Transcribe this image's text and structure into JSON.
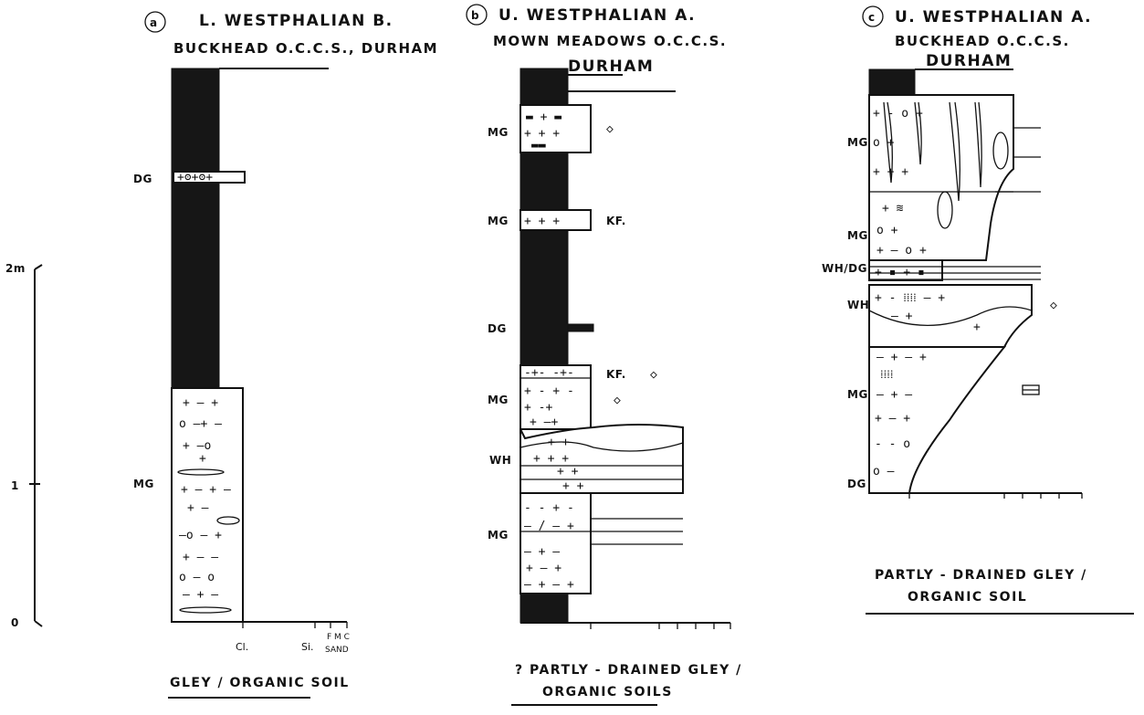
{
  "panel_a": {
    "marker": "a",
    "title_line1": "L. WESTPHALIAN B.",
    "title_line2": "BUCKHEAD O.C.C.S., DURHAM",
    "labels": {
      "dg": "DG",
      "mg": "MG"
    },
    "xaxis": {
      "cl": "Cl.",
      "si": "Si.",
      "sand_sizes": "F  M  C",
      "sand": "SAND"
    },
    "caption": "GLEY / ORGANIC SOIL"
  },
  "panel_b": {
    "marker": "b",
    "title_line1": "U. WESTPHALIAN A.",
    "title_line2": "MOWN MEADOWS O.C.C.S.",
    "title_line3": "DURHAM",
    "labels": {
      "mg1": "MG",
      "mg2": "MG",
      "dg": "DG",
      "mg3": "MG",
      "wh": "WH",
      "mg4": "MG",
      "kf1": "KF.",
      "kf2": "KF."
    },
    "caption_line1": "? PARTLY - DRAINED GLEY /",
    "caption_line2": "ORGANIC SOILS"
  },
  "panel_c": {
    "marker": "c",
    "title_line1": "U. WESTPHALIAN A.",
    "title_line2": "BUCKHEAD O.C.C.S.",
    "title_line3": "DURHAM",
    "labels": {
      "mg1": "MG",
      "mg2": "MG",
      "whdg": "WH/DG",
      "wh": "WH",
      "mg3": "MG",
      "dg": "DG"
    },
    "caption_line1": "PARTLY - DRAINED GLEY /",
    "caption_line2": "ORGANIC SOIL"
  },
  "scale": {
    "top": "2m",
    "mid": "1",
    "bottom": "0"
  },
  "symbols": {
    "cross": "+",
    "dash": "–",
    "circle": "o",
    "diamond": "◇"
  }
}
